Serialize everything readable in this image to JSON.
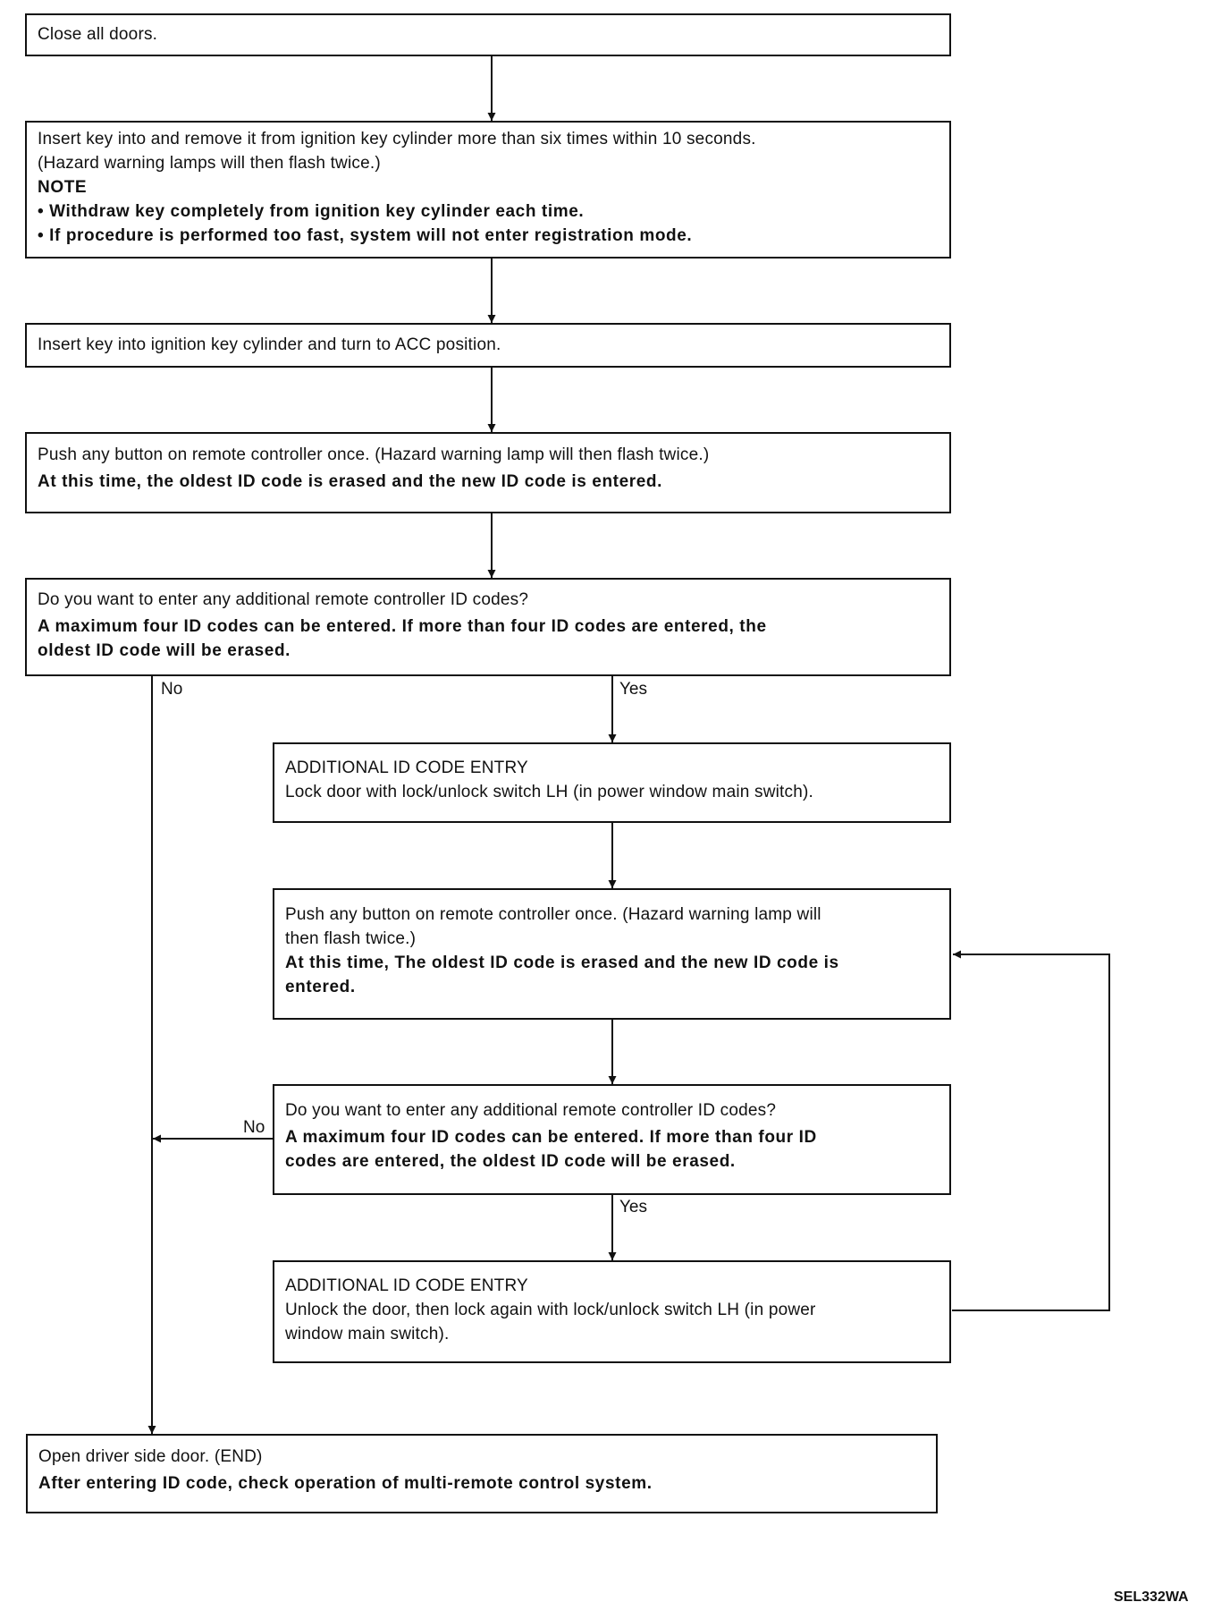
{
  "steps": {
    "close_doors": "Close all doors.",
    "insert_remove": {
      "line1": "Insert key into and remove it from ignition key cylinder more than six times within 10 seconds.",
      "line2": "(Hazard warning lamps will then flash twice.)",
      "note_heading": "NOTE",
      "note1": "• Withdraw key completely from ignition key cylinder each time.",
      "note2": "• If procedure is performed too fast, system will not enter registration mode."
    },
    "insert_acc": "Insert key into ignition key cylinder and turn to ACC position.",
    "push_button_1": {
      "line1": "Push any button on remote controller once. (Hazard warning lamp will then flash twice.)",
      "bold1": "At this time, the oldest ID code is erased and the new ID code is entered."
    },
    "question_1": {
      "line1": "Do you want to enter any additional remote controller ID codes?",
      "bold1": "A maximum four ID codes can be entered. If more than four ID codes are entered, the",
      "bold2": "oldest ID code will be erased."
    },
    "additional_entry_1": {
      "title": "ADDITIONAL ID CODE ENTRY",
      "line1": "Lock door with lock/unlock switch LH (in power window main switch)."
    },
    "push_button_2": {
      "line1": "Push any button on remote controller once. (Hazard warning lamp will",
      "line2": "then flash twice.)",
      "bold1": "At this time, The oldest ID code is erased and the new ID code is",
      "bold2": "entered."
    },
    "question_2": {
      "line1": "Do you want to enter any additional remote controller ID codes?",
      "bold1": "A maximum four ID codes can be entered. If more than four ID",
      "bold2": "codes are entered, the oldest ID code will be erased."
    },
    "additional_entry_2": {
      "title": "ADDITIONAL ID CODE ENTRY",
      "line1": "Unlock the door, then lock again with lock/unlock switch LH (in power",
      "line2": "window main switch)."
    },
    "end": {
      "line1": "Open driver side door. (END)",
      "bold1": "After entering ID code, check operation of multi-remote control system."
    }
  },
  "branch_labels": {
    "q1_no": "No",
    "q1_yes": "Yes",
    "q2_no": "No",
    "q2_yes": "Yes"
  },
  "figure_code": "SEL332WA",
  "colors": {
    "line": "#111111",
    "background": "#ffffff"
  }
}
